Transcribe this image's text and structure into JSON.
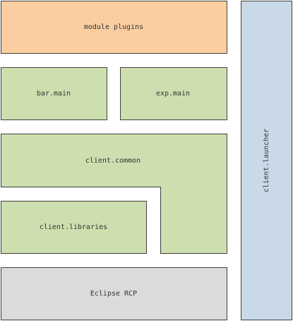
{
  "modules": {
    "module_plugins": {
      "label": "module plugins",
      "fill": "#FACEA0"
    },
    "bar_main": {
      "label": "bar.main",
      "fill": "#CDDFAE"
    },
    "exp_main": {
      "label": "exp.main",
      "fill": "#CDDFAE"
    },
    "client_common": {
      "label": "client.common",
      "fill": "#CDDFAE"
    },
    "client_libraries": {
      "label": "client.libraries",
      "fill": "#CDDFAE"
    },
    "eclipse_rcp": {
      "label": "Eclipse RCP",
      "fill": "#DBDBDB"
    },
    "client_launcher": {
      "label": "client.launcher",
      "fill": "#C9D9E8"
    }
  },
  "stroke_color": "#3F3F3F"
}
